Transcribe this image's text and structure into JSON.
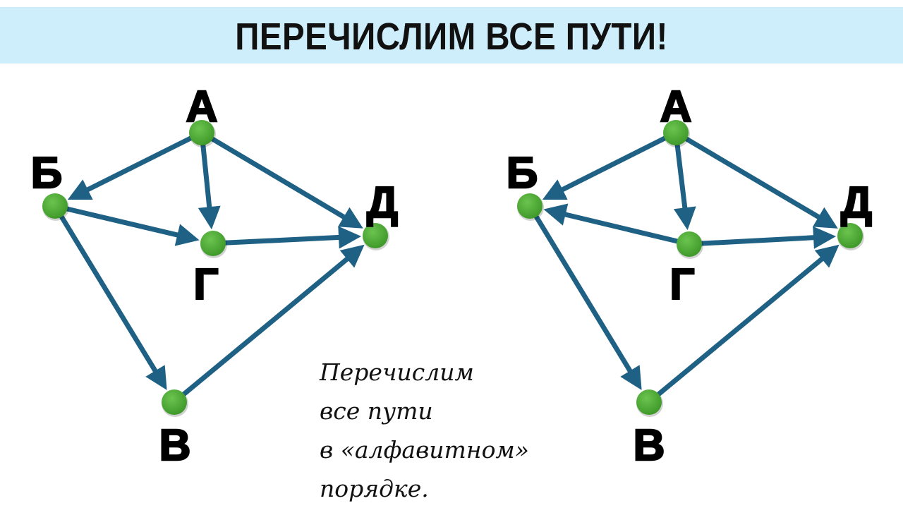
{
  "title": "ПЕРЕЧИСЛИМ ВСЕ ПУТИ!",
  "colors": {
    "banner": "#cdeefa",
    "edge": "#1f6184",
    "node": "#4fab35",
    "label": "#000000"
  },
  "graphs": [
    {
      "name": "graph-left",
      "nodes": {
        "A": "А",
        "B": "Б",
        "V": "В",
        "G": "Г",
        "D": "Д"
      },
      "edges": [
        [
          "A",
          "B"
        ],
        [
          "A",
          "G"
        ],
        [
          "A",
          "D"
        ],
        [
          "B",
          "G"
        ],
        [
          "B",
          "V"
        ],
        [
          "G",
          "D"
        ],
        [
          "V",
          "D"
        ]
      ]
    },
    {
      "name": "graph-right",
      "nodes": {
        "A": "А",
        "B": "Б",
        "V": "В",
        "G": "Г",
        "D": "Д"
      },
      "edges": [
        [
          "A",
          "B"
        ],
        [
          "A",
          "G"
        ],
        [
          "A",
          "D"
        ],
        [
          "G",
          "B"
        ],
        [
          "B",
          "V"
        ],
        [
          "G",
          "D"
        ],
        [
          "V",
          "D"
        ]
      ]
    }
  ],
  "note": {
    "lines": [
      "Перечислим",
      "все пути",
      "в «алфавитном»",
      "порядке."
    ]
  }
}
